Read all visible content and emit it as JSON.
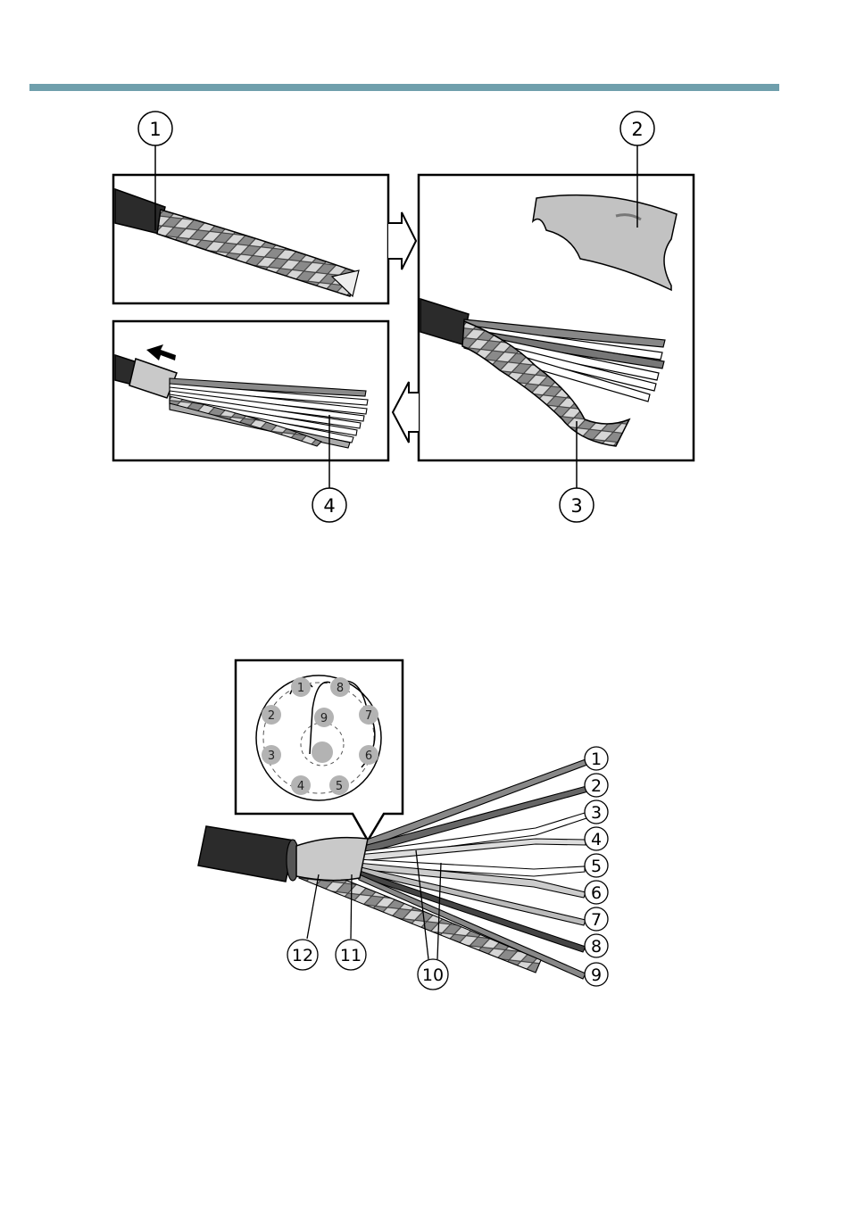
{
  "colors": {
    "accent_rule": "#6f9fac",
    "jacket": "#2b2b2b",
    "pin": "#b3b3b3"
  },
  "top_figure": {
    "callouts": [
      "1",
      "2",
      "3",
      "4"
    ]
  },
  "bottom_figure": {
    "pins": [
      "1",
      "2",
      "3",
      "4",
      "5",
      "6",
      "7",
      "8",
      "9"
    ],
    "wire_callouts": [
      "1",
      "2",
      "3",
      "4",
      "5",
      "6",
      "7",
      "8",
      "9"
    ],
    "part_callouts": [
      "10",
      "11",
      "12"
    ]
  }
}
